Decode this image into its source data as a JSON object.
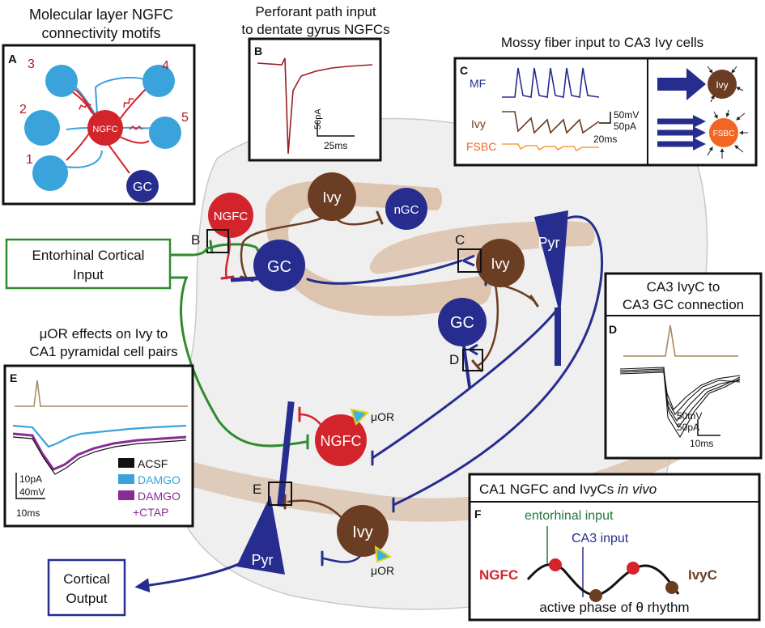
{
  "colors": {
    "ngfc": "#d3232b",
    "ivy": "#6b3d23",
    "blue": "#262d8f",
    "green": "#2e8b2e",
    "light_blue": "#3aa3dc",
    "orange": "#f26522",
    "tan": "#d9bca3",
    "gray_bg": "#efefef",
    "trace_tan": "#a48a5a",
    "dark_red_label": "#a31f2a",
    "purple": "#8b2c96",
    "green_text": "#1f7a3a"
  },
  "cells": {
    "ngfc_top": "NGFC",
    "ivy_top": "Ivy",
    "ngc": "nGC",
    "gc_main": "GC",
    "ivy_ca3": "Ivy",
    "pyr_ca3": "Pyr",
    "gc_ca3": "GC",
    "ngfc_ca1": "NGFC",
    "ivy_ca1": "Ivy",
    "pyr_ca1": "Pyr"
  },
  "receptor_labels": {
    "mor_top": "μOR",
    "mor_bottom": "μOR"
  },
  "box_markers": {
    "b": "B",
    "c": "C",
    "d": "D",
    "e": "E"
  },
  "input_output": {
    "entorhinal_line1": "Entorhinal Cortical",
    "entorhinal_line2": "Input",
    "cortical_line1": "Cortical",
    "cortical_line2": "Output"
  },
  "panel_a": {
    "title_line1": "Molecular layer NGFC",
    "title_line2": "connectivity motifs",
    "letter": "A",
    "center": "NGFC",
    "gc": "GC",
    "numbers": [
      "1",
      "2",
      "3",
      "4",
      "5"
    ]
  },
  "panel_b": {
    "title_line1": "Perforant path input",
    "title_line2": "to dentate gyrus NGFCs",
    "letter": "B",
    "scale_y": "50pA",
    "scale_x": "25ms"
  },
  "panel_c": {
    "title": "Mossy fiber input to CA3 Ivy cells",
    "letter": "C",
    "trace_labels": [
      "MF",
      "Ivy",
      "FSBC"
    ],
    "scale_v": "50mV",
    "scale_i": "50pA",
    "scale_t": "20ms",
    "cell_ivy": "Ivy",
    "cell_fsbc": "FSBC"
  },
  "panel_d": {
    "title_line1": "CA3 IvyC to",
    "title_line2": "CA3 GC connection",
    "letter": "D",
    "scale_v": "50mV",
    "scale_i": "50pA",
    "scale_t": "10ms"
  },
  "panel_e": {
    "title_line1": "μOR effects on Ivy to",
    "title_line2": "CA1 pyramidal cell pairs",
    "letter": "E",
    "scale_i": "10pA",
    "scale_v": "40mV",
    "scale_t": "10ms",
    "legend": [
      "ACSF",
      "DAMGO",
      "DAMGO",
      "+CTAP"
    ]
  },
  "panel_f": {
    "title_prefix": "CA1 NGFC and IvyCs ",
    "title_italic": "in vivo",
    "letter": "F",
    "entorhinal": "entorhinal input",
    "ca3": "CA3 input",
    "ngfc": "NGFC",
    "ivyc": "IvyC",
    "caption": "active phase of θ rhythm"
  }
}
